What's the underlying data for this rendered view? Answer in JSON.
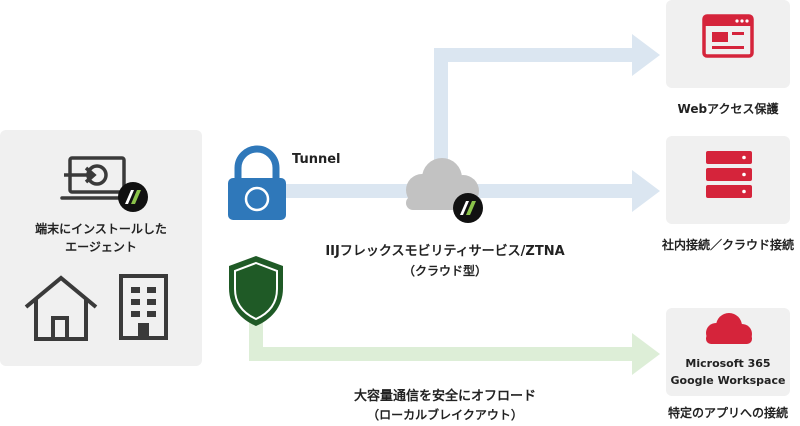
{
  "colors": {
    "accent_red": "#d5243b",
    "tunnel_blue": "#dbe6f1",
    "offload_green": "#ddeed7",
    "lock_blue": "#2f78ba",
    "shield_green": "#1f5a26",
    "cloud_gray": "#c2c2c2",
    "panel_gray": "#f0f0f0",
    "icon_dark": "#3a3a3a"
  },
  "left_panel": {
    "agent_label_line1": "端末にインストールした",
    "agent_label_line2": "エージェント",
    "icons": [
      "laptop-login-icon",
      "agent-badge-icon",
      "house-icon",
      "office-building-icon"
    ]
  },
  "tunnel": {
    "label": "Tunnel",
    "icon": "padlock-icon"
  },
  "service": {
    "name": "IIJフレックスモビリティサービス/ZTNA",
    "subtitle": "（クラウド型）",
    "icon": "cloud-icon"
  },
  "offload": {
    "label": "大容量通信を安全にオフロード",
    "sublabel": "（ローカルブレイクアウト）",
    "icon": "shield-icon"
  },
  "destinations": [
    {
      "label": "Webアクセス保護",
      "icon": "web-browser-icon"
    },
    {
      "label": "社内接続／クラウド接続",
      "icon": "server-icon"
    },
    {
      "label": "特定のアプリへの接続",
      "icon": "red-cloud-icon",
      "inner_text_1": "Microsoft 365",
      "inner_text_2": "Google Workspace"
    }
  ]
}
